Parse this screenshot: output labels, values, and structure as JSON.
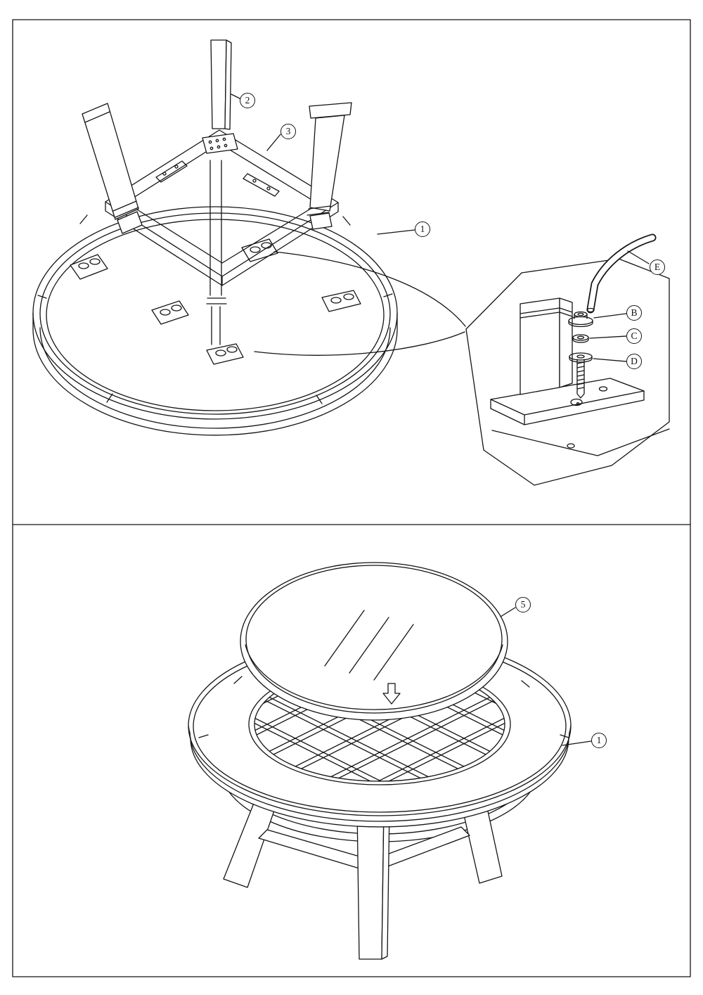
{
  "colors": {
    "ink": "#141414",
    "paper": "#ffffff"
  },
  "callouts": {
    "top_leg": "2",
    "top_frame": "3",
    "top_tabletop": "1",
    "detail_allen_key": "E",
    "detail_bolt": "B",
    "detail_washer": "C",
    "detail_spring_washer": "D",
    "bottom_glass": "5",
    "bottom_tabletop": "1"
  }
}
